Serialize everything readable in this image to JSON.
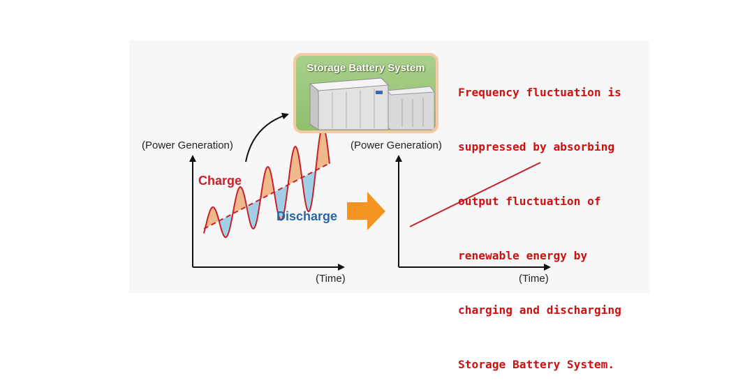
{
  "battery": {
    "title": "Storage Battery System"
  },
  "left_chart": {
    "y_axis_label": "(Power Generation)",
    "x_axis_label": "(Time)",
    "charge_label": "Charge",
    "discharge_label": "Discharge"
  },
  "right_chart": {
    "y_axis_label": "(Power Generation)",
    "x_axis_label": "(Time)"
  },
  "statement": {
    "lines": [
      "Frequency fluctuation is",
      "suppressed by absorbing",
      "output fluctuation of",
      "renewable energy by",
      "charging and discharging",
      "Storage Battery System."
    ]
  },
  "colors": {
    "charge": "#c8202a",
    "discharge": "#2566a8",
    "charge_fill": "#f0b98c",
    "discharge_fill": "#9fd0e8",
    "arrow": "#f39322",
    "statement": "#cc1111"
  }
}
